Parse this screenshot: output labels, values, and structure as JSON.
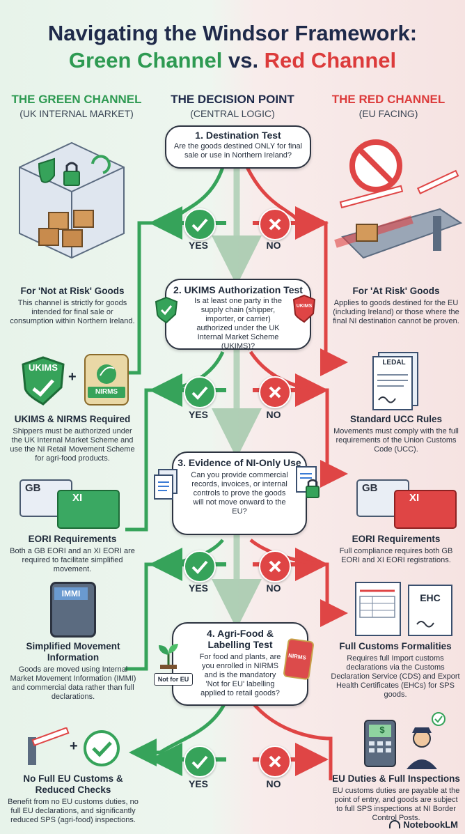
{
  "title": {
    "line1": "Navigating the Windsor Framework:",
    "green": "Green Channel",
    "vs": " vs. ",
    "red": "Red Channel"
  },
  "columns": {
    "green": {
      "title": "THE GREEN CHANNEL",
      "subtitle": "(UK INTERNAL MARKET)"
    },
    "center": {
      "title": "THE DECISION POINT",
      "subtitle": "(CENTRAL LOGIC)"
    },
    "red": {
      "title": "THE RED CHANNEL",
      "subtitle": "(EU FACING)"
    }
  },
  "tests": [
    {
      "title": "1. Destination Test",
      "body": "Are the goods destined ONLY for final sale or use in Northern Ireland?"
    },
    {
      "title": "2. UKIMS Authorization Test",
      "body": "Is at least one party in the supply chain (shipper, importer, or carrier) authorized under the UK Internal Market Scheme (UKIMS)?"
    },
    {
      "title": "3. Evidence of NI-Only Use",
      "body": "Can you provide commercial records, invoices, or internal controls to prove the goods will not move onward to the EU?"
    },
    {
      "title": "4. Agri-Food & Labelling Test",
      "body": "For food and plants, are you enrolled in NIRMS and is the mandatory 'Not for EU' labelling applied to retail goods?"
    }
  ],
  "answers": {
    "yes": "YES",
    "no": "NO"
  },
  "green_items": [
    {
      "title": "For 'Not at Risk' Goods",
      "body": "This channel is strictly for goods intended for final sale or consumption within Northern Ireland."
    },
    {
      "title": "UKIMS & NIRMS Required",
      "body": "Shippers must be authorized under the UK Internal Market Scheme and use the NI Retail Movement Scheme for agri-food products."
    },
    {
      "title": "EORI Requirements",
      "body": "Both a GB EORI and an XI EORI are required to facilitate simplified movement."
    },
    {
      "title": "Simplified Movement Information",
      "body": "Goods are moved using Internal Market Movement Information (IMMI) and commercial data rather than full declarations."
    },
    {
      "title": "No Full EU Customs & Reduced Checks",
      "body": "Benefit from no EU customs duties, no full EU declarations, and significantly reduced SPS (agri-food) inspections."
    }
  ],
  "red_items": [
    {
      "title": "For 'At Risk' Goods",
      "body": "Applies to goods destined for the EU (including Ireland) or those where the final NI destination cannot be proven."
    },
    {
      "title": "Standard UCC Rules",
      "body": "Movements must comply with the full requirements of the Union Customs Code (UCC)."
    },
    {
      "title": "EORI Requirements",
      "body": "Full compliance requires both GB EORI and XI EORI registrations."
    },
    {
      "title": "Full Customs Formalities",
      "body": "Requires full Import customs declarations via the Customs Declaration Service (CDS) and Export Health Certificates (EHCs) for SPS goods."
    },
    {
      "title": "EU Duties & Full Inspections",
      "body": "EU customs duties are payable at the point of entry, and goods are subject to full SPS inspections at NI Border Control Posts."
    }
  ],
  "icon_labels": {
    "ukims": "UKIMS",
    "nirms": "NIRMS",
    "plus": "+",
    "gb": "GB",
    "xi": "XI",
    "immi": "IMMI",
    "legal": "LEDAL",
    "ehc": "EHC",
    "not_for_eu": "Not for EU",
    "dollar": "$"
  },
  "footer": "NotebookLM",
  "colors": {
    "green": "#36a35a",
    "red": "#df4545",
    "navy": "#1f2a4a"
  }
}
